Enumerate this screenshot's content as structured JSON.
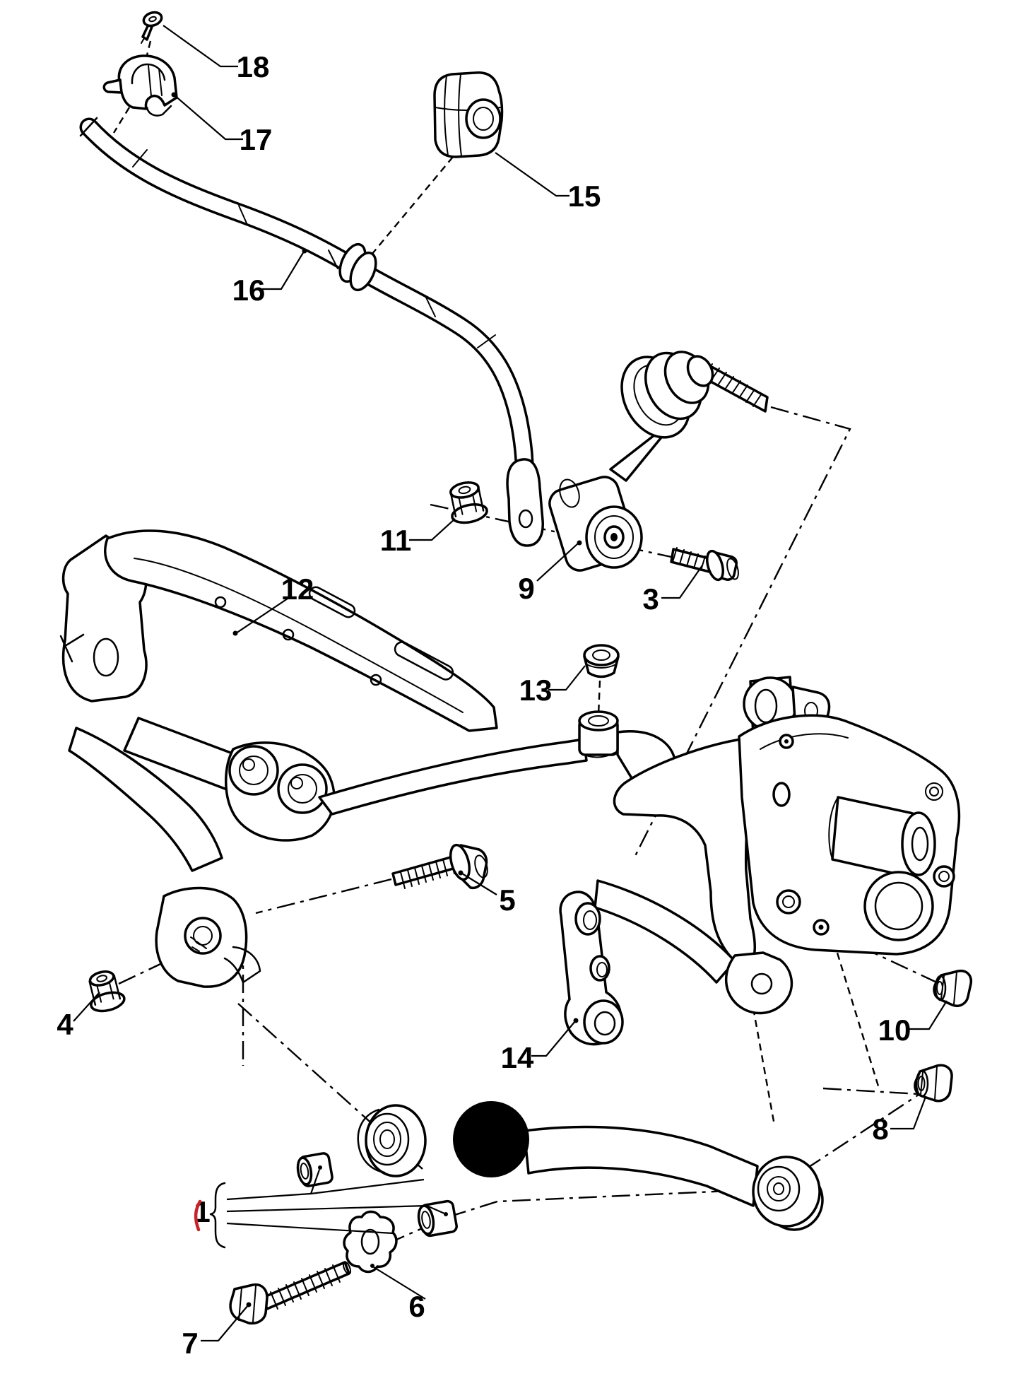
{
  "figure": {
    "kind": "exploded-parts-diagram",
    "background_color": "#ffffff",
    "line_color": "#000000",
    "accent_color": "#c8232b",
    "blackout_marker": "filled black circle over control arm"
  },
  "callouts": [
    {
      "id": "18",
      "label": "18"
    },
    {
      "id": "17",
      "label": "17"
    },
    {
      "id": "15",
      "label": "15"
    },
    {
      "id": "16",
      "label": "16"
    },
    {
      "id": "11",
      "label": "11"
    },
    {
      "id": "9",
      "label": "9"
    },
    {
      "id": "3",
      "label": "3"
    },
    {
      "id": "12",
      "label": "12"
    },
    {
      "id": "13",
      "label": "13"
    },
    {
      "id": "5",
      "label": "5"
    },
    {
      "id": "4",
      "label": "4"
    },
    {
      "id": "14",
      "label": "14"
    },
    {
      "id": "10",
      "label": "10"
    },
    {
      "id": "8",
      "label": "8"
    },
    {
      "id": "1",
      "label": "1"
    },
    {
      "id": "6",
      "label": "6"
    },
    {
      "id": "7",
      "label": "7"
    }
  ]
}
